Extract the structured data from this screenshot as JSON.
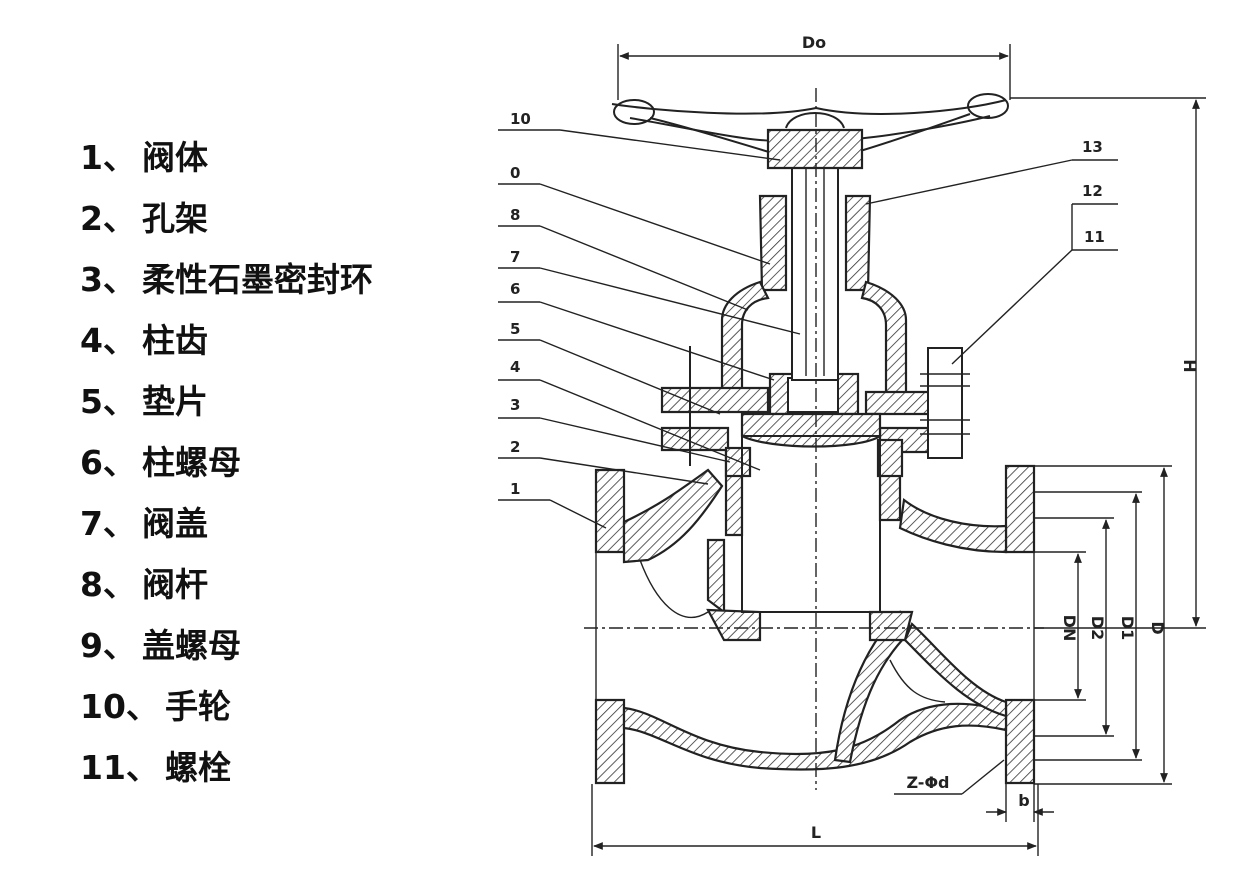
{
  "legend": [
    {
      "num": "1",
      "sep": "、",
      "name": "阀体"
    },
    {
      "num": "2",
      "sep": "、",
      "name": "孔架"
    },
    {
      "num": "3",
      "sep": "、",
      "name": "柔性石墨密封环"
    },
    {
      "num": "4",
      "sep": "、",
      "name": "柱齿"
    },
    {
      "num": "5",
      "sep": "、",
      "name": "垫片"
    },
    {
      "num": "6",
      "sep": "、",
      "name": "柱螺母"
    },
    {
      "num": "7",
      "sep": "、",
      "name": "阀盖"
    },
    {
      "num": "8",
      "sep": "、",
      "name": "阀杆"
    },
    {
      "num": "9",
      "sep": "、",
      "name": "盖螺母"
    },
    {
      "num": "10",
      "sep": "、",
      "name": "手轮"
    },
    {
      "num": "11",
      "sep": "、",
      "name": "螺栓"
    }
  ],
  "callouts": {
    "c10": "10",
    "c9": "0",
    "c8": "8",
    "c7": "7",
    "c6": "6",
    "c5": "5",
    "c4": "4",
    "c3": "3",
    "c2": "2",
    "c1": "1",
    "c13": "13",
    "c12": "12",
    "c11": "11"
  },
  "dimensions": {
    "do": "Do",
    "h": "H",
    "l": "L",
    "dn": "DN",
    "d2": "D2",
    "d1": "D1",
    "d": "D",
    "zd": "Z-Φd",
    "b": "b"
  }
}
